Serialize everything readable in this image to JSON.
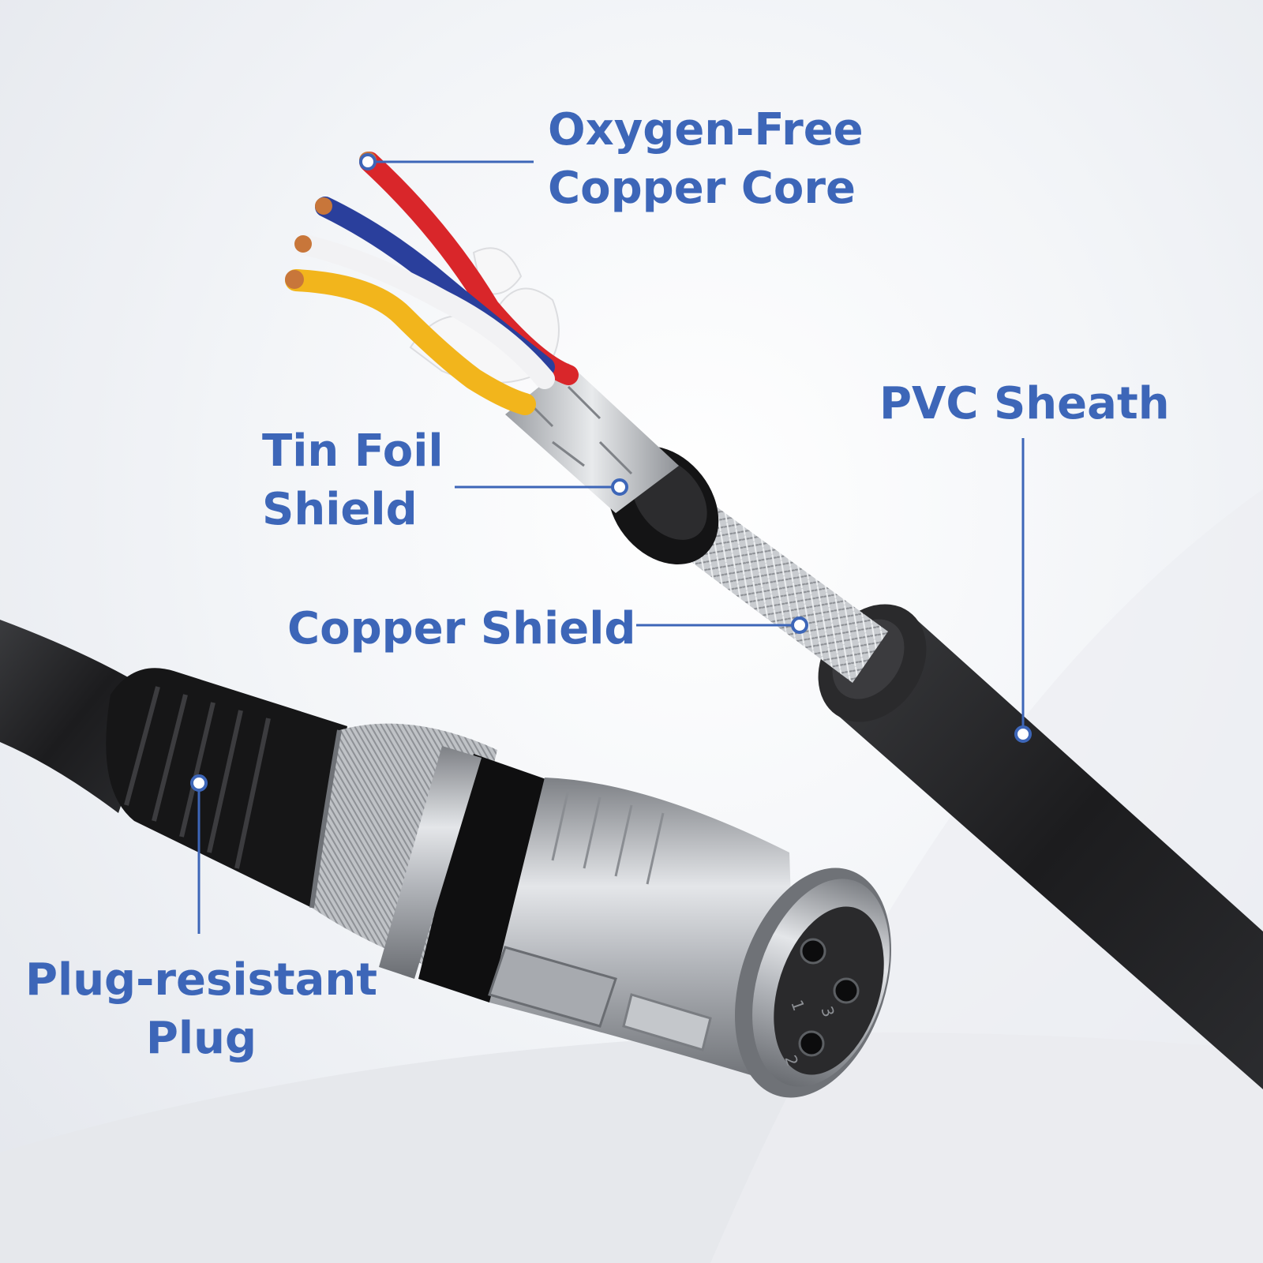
{
  "labels": {
    "oxygen_free": {
      "line1": "Oxygen-Free",
      "line2": "Copper Core"
    },
    "tin_foil": {
      "line1": "Tin Foil",
      "line2": "Shield"
    },
    "copper_shield": {
      "line1": "Copper Shield"
    },
    "pvc_sheath": {
      "line1": "PVC Sheath"
    },
    "plug": {
      "line1": "Plug-resistant",
      "line2": "Plug"
    }
  },
  "connector_pin_numbers": [
    "1",
    "2",
    "3"
  ],
  "colors": {
    "label_blue": "#3d66b8",
    "wire_red": "#d9262a",
    "wire_blue": "#2a3f9c",
    "wire_white": "#f2f2f4",
    "wire_yellow": "#f2b51c",
    "cable_black": "#1e1e20",
    "metal": "#b8bbc0"
  }
}
